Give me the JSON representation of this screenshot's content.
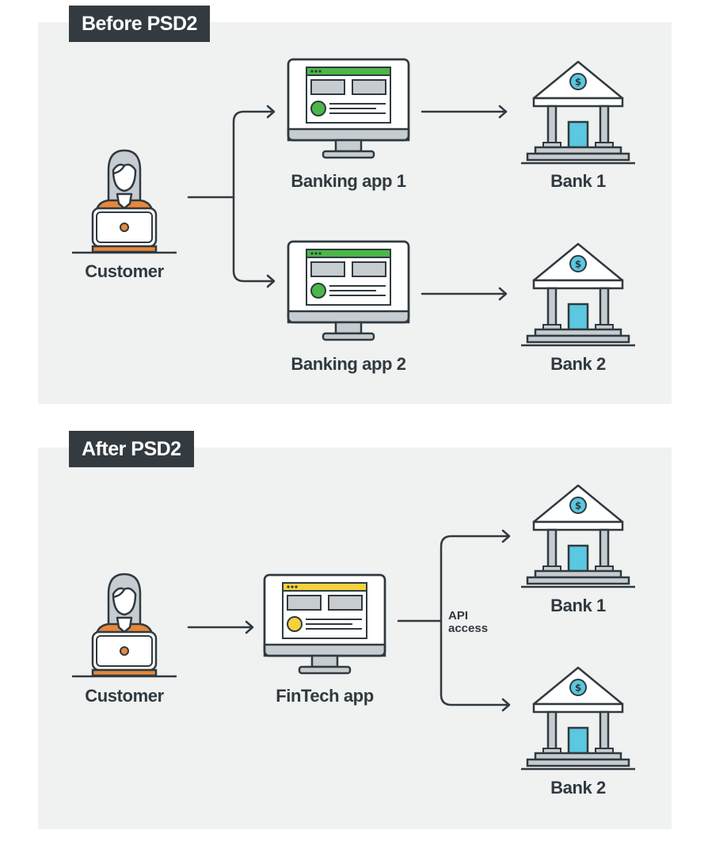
{
  "colors": {
    "panel_bg": "#f0f1f1",
    "tag_bg": "#333b41",
    "ink": "#2f3a40",
    "monitor_fill": "#ffffff",
    "monitor_stand": "#c7ccd0",
    "screen_block": "#c7ccd0",
    "app_header": "#4cb748",
    "app_button": "#4cb748",
    "fintech_header": "#f5d23c",
    "fintech_button": "#f5d23c",
    "bank_door": "#5bc7e0",
    "bank_coin": "#5bc7e0",
    "customer_hair": "#c7ccd0",
    "customer_shirt": "#e8873a"
  },
  "before": {
    "title": "Before PSD2",
    "customer_label": "Customer",
    "apps": [
      {
        "label": "Banking app 1"
      },
      {
        "label": "Banking app 2"
      }
    ],
    "banks": [
      {
        "label": "Bank 1"
      },
      {
        "label": "Bank 2"
      }
    ]
  },
  "after": {
    "title": "After PSD2",
    "customer_label": "Customer",
    "app_label": "FinTech app",
    "connector_label_line1": "API",
    "connector_label_line2": "access",
    "banks": [
      {
        "label": "Bank 1"
      },
      {
        "label": "Bank 2"
      }
    ]
  },
  "icons": {
    "customer": "customer-icon",
    "monitor": "monitor-icon",
    "bank": "bank-icon",
    "arrow": "arrow-icon"
  }
}
